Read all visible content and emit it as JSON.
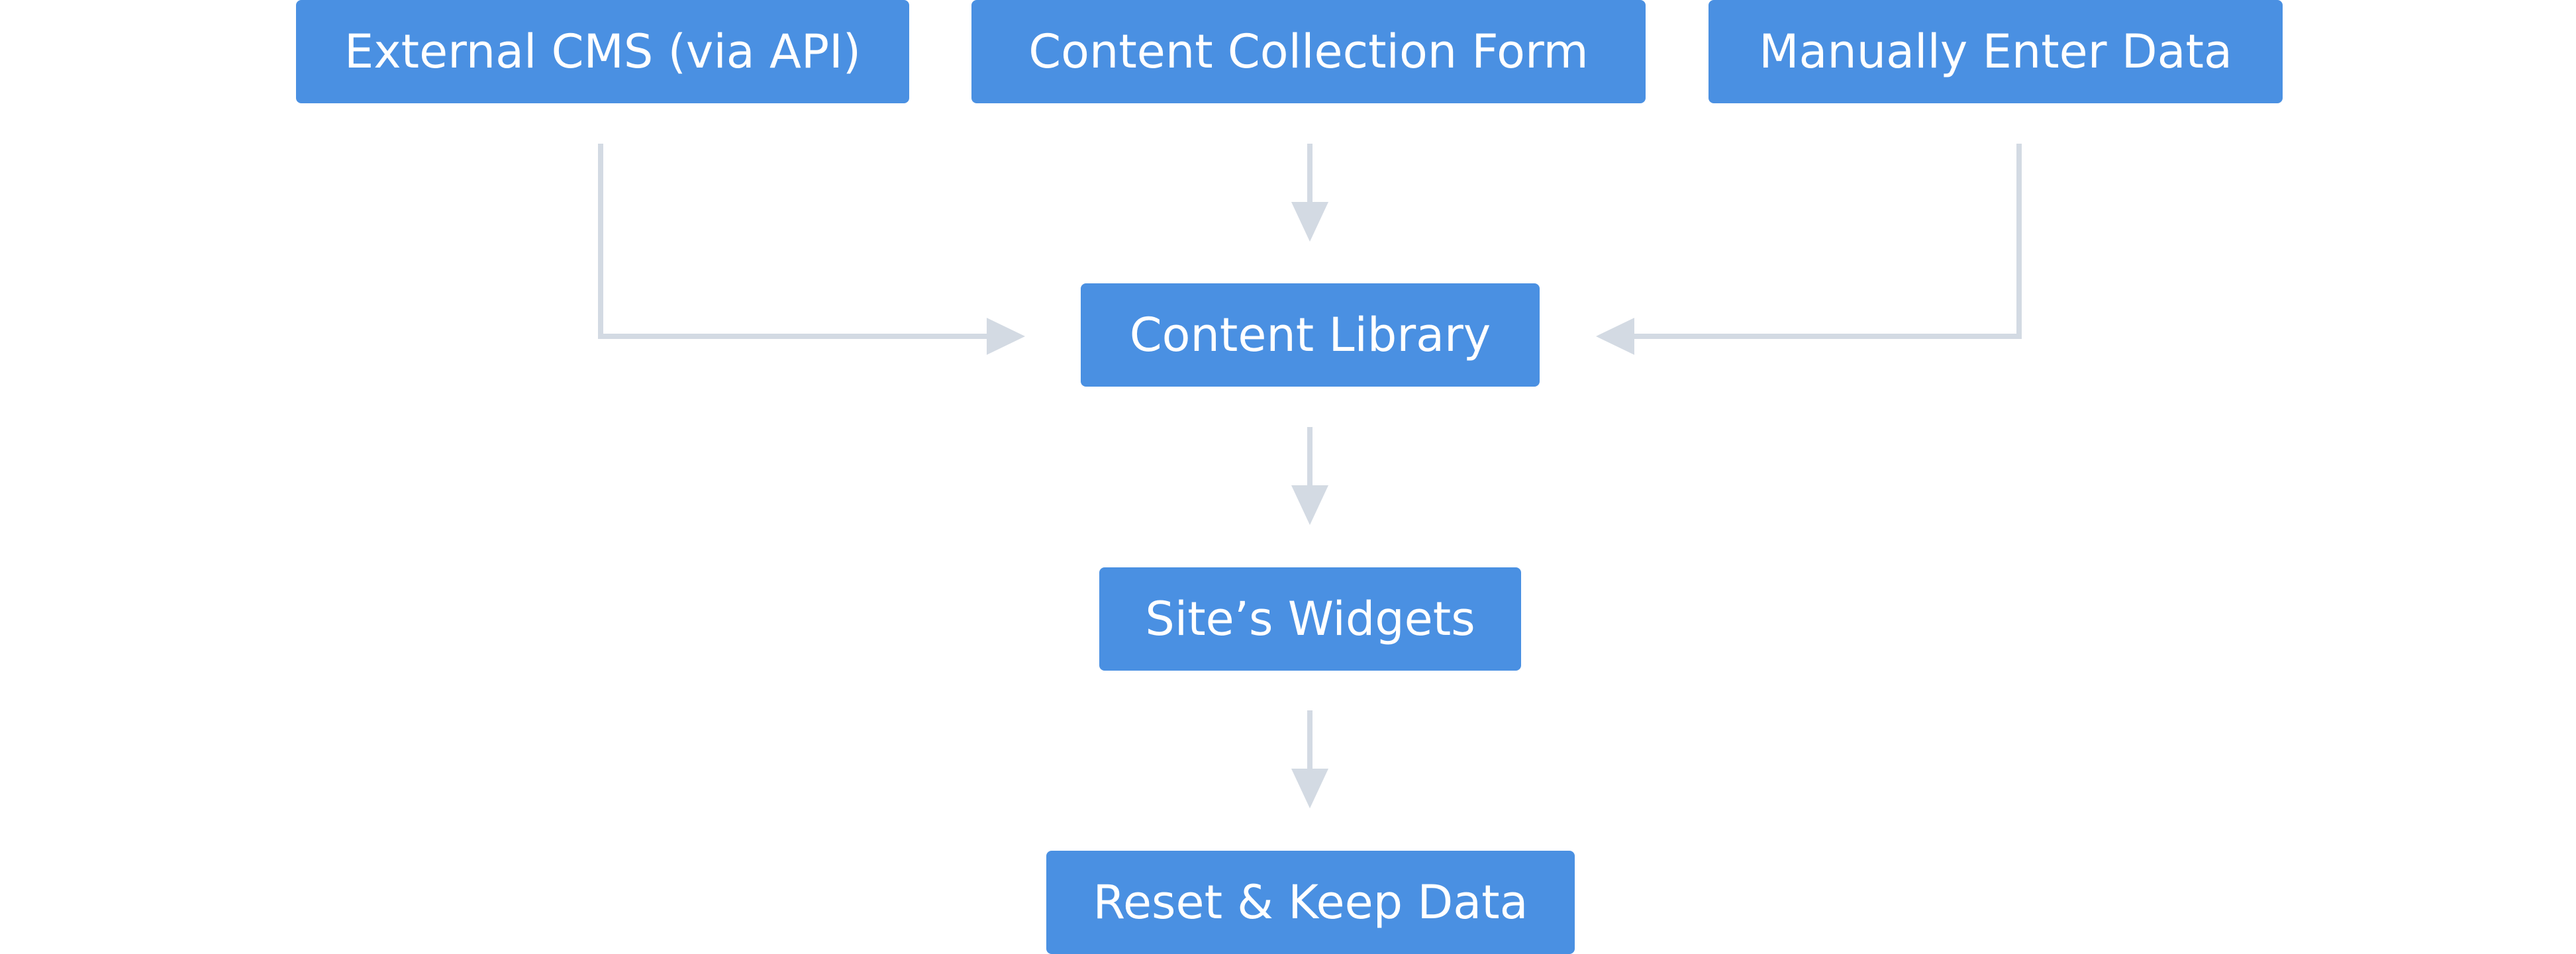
{
  "diagram": {
    "colors": {
      "node_fill": "#4a90e2",
      "node_text": "#ffffff",
      "connector": "#d3dae3",
      "background": "#ffffff"
    },
    "nodes": {
      "external_cms": "External CMS (via API)",
      "content_collection_form": "Content Collection Form",
      "manually_enter_data": "Manually Enter Data",
      "content_library": "Content Library",
      "sites_widgets": "Site’s Widgets",
      "reset_keep_data": "Reset & Keep Data"
    }
  }
}
